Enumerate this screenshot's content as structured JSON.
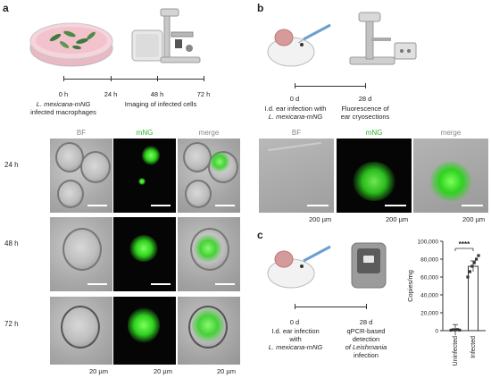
{
  "panels": {
    "a": {
      "label": "a",
      "timeline_ticks": [
        "0 h",
        "24 h",
        "48 h",
        "72 h"
      ],
      "caption_left": [
        "L. mexicana-mNG",
        "infected macrophages"
      ],
      "caption_right": "Imaging of infected cells",
      "column_headers": [
        "BF",
        "mNG",
        "merge"
      ],
      "row_labels": [
        "24 h",
        "48 h",
        "72 h"
      ],
      "scale_bar": "20 µm"
    },
    "b": {
      "label": "b",
      "timeline_ticks": [
        "0 d",
        "28 d"
      ],
      "caption_left": [
        "I.d. ear infection with",
        "L. mexicana-mNG"
      ],
      "caption_right": [
        "Fluorescence of",
        "ear cryosections"
      ],
      "column_headers": [
        "BF",
        "mNG",
        "merge"
      ],
      "scale_bar": "200 µm"
    },
    "c": {
      "label": "c",
      "timeline_ticks": [
        "0 d",
        "28 d"
      ],
      "caption_left": [
        "I.d. ear infection",
        "with",
        "L. mexicana-mNG"
      ],
      "caption_right": [
        "qPCR-based",
        "detection",
        "of Leishmania",
        "infection"
      ],
      "significance": "****"
    }
  },
  "colors": {
    "mNG": "#2db52d",
    "bar_fill": "#ffffff",
    "dot": "#333333"
  },
  "chart_data": {
    "type": "bar",
    "categories": [
      "Uninfected",
      "Infected"
    ],
    "values": [
      800,
      72000
    ],
    "points": {
      "Uninfected": [
        500,
        1000,
        800,
        1200,
        600
      ],
      "Infected": [
        60000,
        66000,
        72000,
        76000,
        80000,
        84000
      ]
    },
    "ylabel": "Copies/mg",
    "ylim": [
      0,
      100000
    ],
    "yticks": [
      "0",
      "20,000",
      "40,000",
      "60,000",
      "80,000",
      "100,000"
    ],
    "annotation": "****"
  }
}
